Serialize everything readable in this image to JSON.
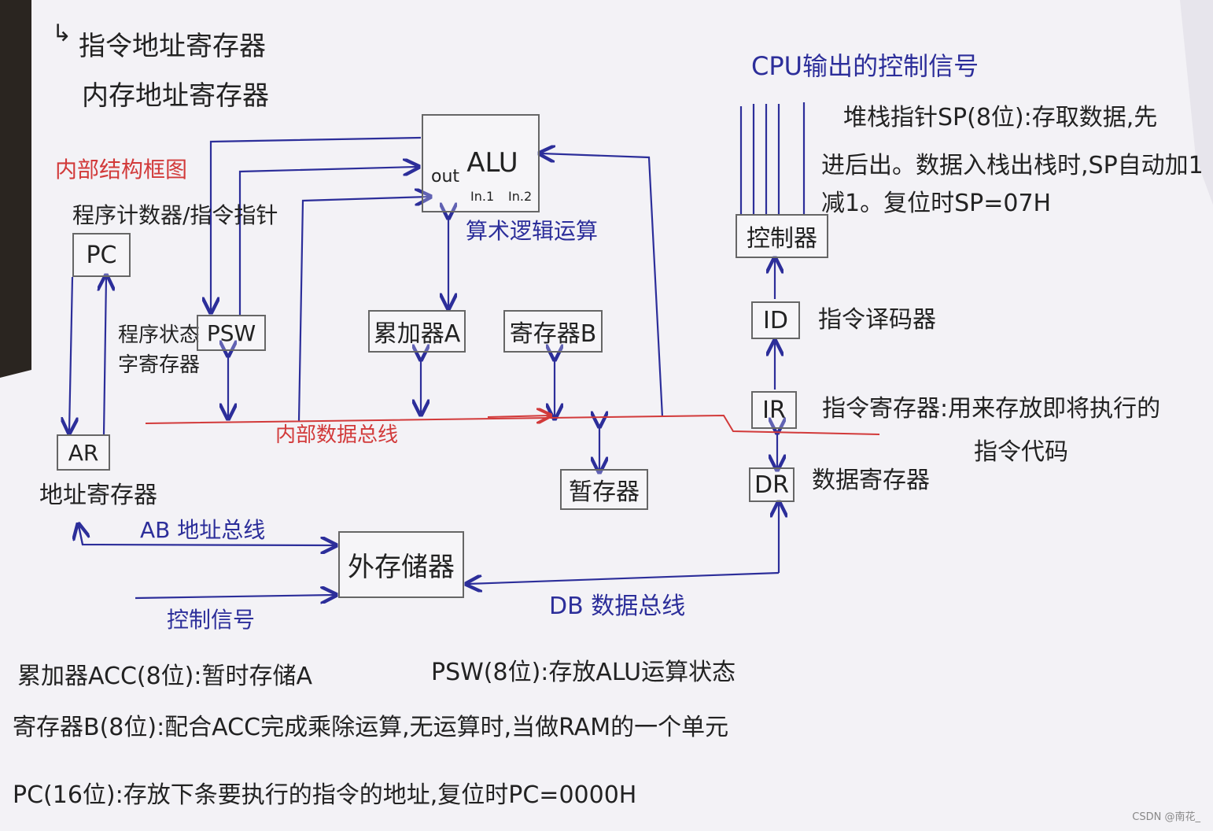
{
  "colors": {
    "paper": "#f3f2f6",
    "ink": "#222222",
    "blue": "#2c2e9a",
    "red": "#d23a3a",
    "box": "#666666"
  },
  "notes": {
    "top_line1": "指令地址寄存器",
    "top_line2": "内存地址寄存器",
    "struct_title": "内部结构框图",
    "pc_desc": "程序计数器/指令指针",
    "psw_desc": "程序状态字寄存器",
    "ar_desc": "地址寄存器",
    "alu_op": "算术逻辑运算",
    "internal_bus": "内部数据总线",
    "ab_bus": "AB 地址总线",
    "db_bus": "DB 数据总线",
    "ctrl_signal": "控制信号",
    "cpu_ctrl_title": "CPU输出的控制信号",
    "sp_desc_l1": "堆栈指针SP(8位):存取数据,先",
    "sp_desc_l2": "进后出。数据入栈出栈时,SP自动加1",
    "sp_desc_l3": "减1。复位时SP=07H",
    "id_desc": "指令译码器",
    "ir_desc_l1": "指令寄存器:用来存放即将执行的",
    "ir_desc_l2": "指令代码",
    "dr_desc": "数据寄存器"
  },
  "boxes": {
    "alu": "ALU",
    "alu_out": "out",
    "alu_in1": "In.1",
    "alu_in2": "In.2",
    "pc": "PC",
    "psw": "PSW",
    "ar": "AR",
    "acc": "累加器A",
    "reg_b": "寄存器B",
    "temp": "暂存器",
    "ext_mem": "外存储器",
    "controller": "控制器",
    "id": "ID",
    "ir": "IR",
    "dr": "DR"
  },
  "bottom": {
    "acc_line": "累加器ACC(8位):暂时存储A",
    "psw_line": "PSW(8位):存放ALU运算状态",
    "b_line": "寄存器B(8位):配合ACC完成乘除运算,无运算时,当做RAM的一个单元",
    "pc_line": "PC(16位):存放下条要执行的指令的地址,复位时PC=0000H"
  },
  "watermark": "CSDN @南花_"
}
